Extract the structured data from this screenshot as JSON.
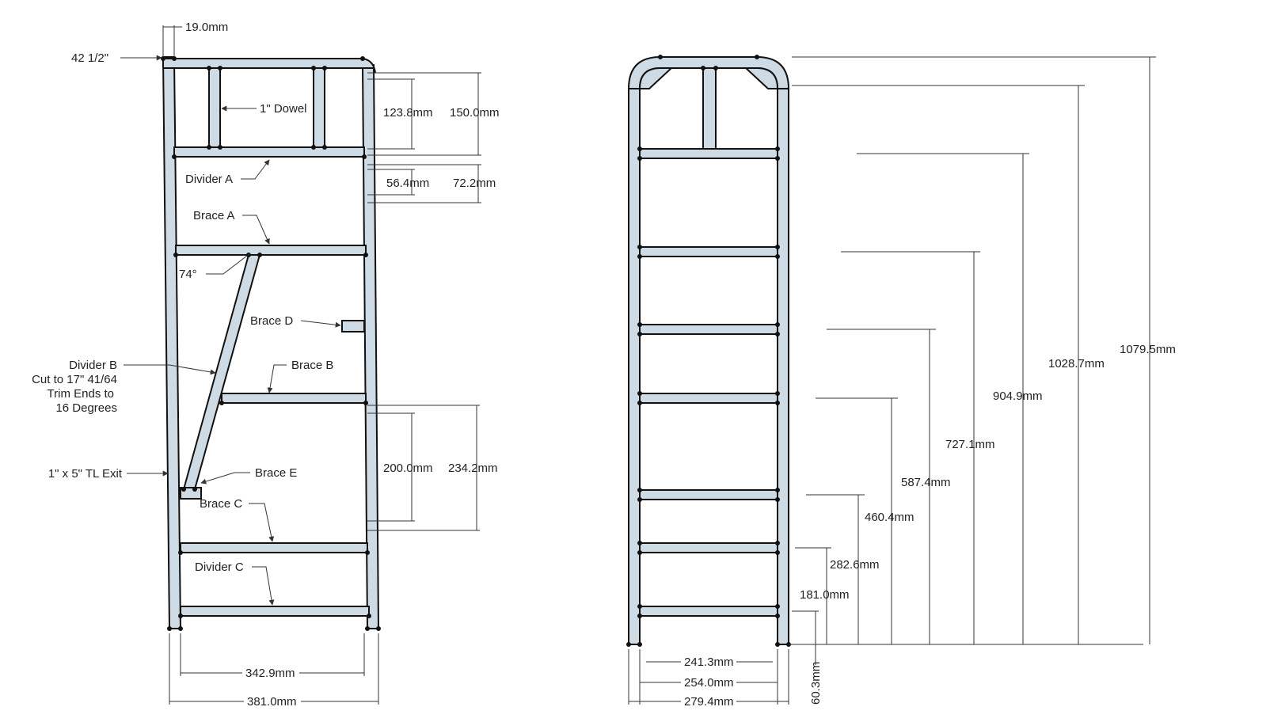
{
  "diagram": {
    "side_view": {
      "labels": {
        "height_mark": "42 1/2\"",
        "dowel": "1\" Dowel",
        "divider_a": "Divider A",
        "brace_a": "Brace A",
        "angle": "74°",
        "brace_d": "Brace D",
        "brace_b": "Brace B",
        "divider_b_line1": "Divider B",
        "divider_b_line2": "Cut to 17\" 41/64",
        "divider_b_line3": "Trim Ends to",
        "divider_b_line4": "16 Degrees",
        "tl_exit": "1\" x 5\" TL Exit",
        "brace_e": "Brace E",
        "brace_c": "Brace C",
        "divider_c": "Divider C"
      },
      "dimensions": {
        "top_width": "19.0mm",
        "inner_top": "123.8mm",
        "outer_top": "150.0mm",
        "inner_gap": "56.4mm",
        "outer_gap": "72.2mm",
        "inner_lower": "200.0mm",
        "outer_lower": "234.2mm",
        "inner_width": "342.9mm",
        "outer_width": "381.0mm"
      }
    },
    "front_view": {
      "dimensions": {
        "h1": "1079.5mm",
        "h2": "1028.7mm",
        "h3": "904.9mm",
        "h4": "727.1mm",
        "h5": "587.4mm",
        "h6": "460.4mm",
        "h7": "282.6mm",
        "h8": "181.0mm",
        "h9": "60.3mm",
        "w1": "241.3mm",
        "w2": "254.0mm",
        "w3": "279.4mm"
      }
    }
  }
}
